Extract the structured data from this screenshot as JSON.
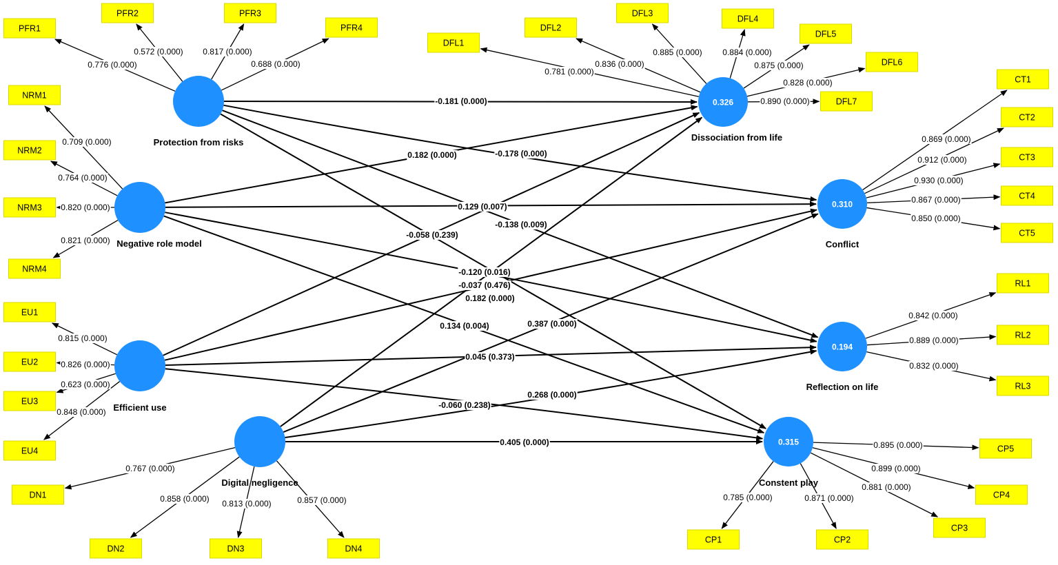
{
  "colors": {
    "latent_fill": "#1e90ff",
    "indicator_fill": "#ffff00",
    "indicator_border": "#d9d900",
    "line": "#000000"
  },
  "latents": [
    {
      "id": "PFR",
      "label": "Protection from risks",
      "r2": ""
    },
    {
      "id": "NRM",
      "label": "Negative role model",
      "r2": ""
    },
    {
      "id": "EU",
      "label": "Efficient use",
      "r2": ""
    },
    {
      "id": "DN",
      "label": "Digital negligence",
      "r2": ""
    },
    {
      "id": "DFL",
      "label": "Dissociation from life",
      "r2": "0.326"
    },
    {
      "id": "CT",
      "label": "Conflict",
      "r2": "0.310"
    },
    {
      "id": "RL",
      "label": "Reflection on life",
      "r2": "0.194"
    },
    {
      "id": "CP",
      "label": "Constent play",
      "r2": "0.315"
    }
  ],
  "indicators": [
    {
      "id": "PFR1",
      "latent": "PFR",
      "loading": "0.776 (0.000)"
    },
    {
      "id": "PFR2",
      "latent": "PFR",
      "loading": "0.572 (0.000)"
    },
    {
      "id": "PFR3",
      "latent": "PFR",
      "loading": "0.817 (0.000)"
    },
    {
      "id": "PFR4",
      "latent": "PFR",
      "loading": "0.688 (0.000)"
    },
    {
      "id": "NRM1",
      "latent": "NRM",
      "loading": "0.709 (0.000)"
    },
    {
      "id": "NRM2",
      "latent": "NRM",
      "loading": "0.764 (0.000)"
    },
    {
      "id": "NRM3",
      "latent": "NRM",
      "loading": "0.820 (0.000)"
    },
    {
      "id": "NRM4",
      "latent": "NRM",
      "loading": "0.821 (0.000)"
    },
    {
      "id": "EU1",
      "latent": "EU",
      "loading": "0.815 (0.000)"
    },
    {
      "id": "EU2",
      "latent": "EU",
      "loading": "0.826 (0.000)"
    },
    {
      "id": "EU3",
      "latent": "EU",
      "loading": "0.623 (0.000)"
    },
    {
      "id": "EU4",
      "latent": "EU",
      "loading": "0.848 (0.000)"
    },
    {
      "id": "DN1",
      "latent": "DN",
      "loading": "0.767 (0.000)"
    },
    {
      "id": "DN2",
      "latent": "DN",
      "loading": "0.858 (0.000)"
    },
    {
      "id": "DN3",
      "latent": "DN",
      "loading": "0.813 (0.000)"
    },
    {
      "id": "DN4",
      "latent": "DN",
      "loading": "0.857 (0.000)"
    },
    {
      "id": "DFL1",
      "latent": "DFL",
      "loading": "0.781 (0.000)"
    },
    {
      "id": "DFL2",
      "latent": "DFL",
      "loading": "0.836 (0.000)"
    },
    {
      "id": "DFL3",
      "latent": "DFL",
      "loading": "0.885 (0.000)"
    },
    {
      "id": "DFL4",
      "latent": "DFL",
      "loading": "0.884 (0.000)"
    },
    {
      "id": "DFL5",
      "latent": "DFL",
      "loading": "0.875 (0.000)"
    },
    {
      "id": "DFL6",
      "latent": "DFL",
      "loading": "0.828 (0.000)"
    },
    {
      "id": "DFL7",
      "latent": "DFL",
      "loading": "0.890 (0.000)"
    },
    {
      "id": "CT1",
      "latent": "CT",
      "loading": "0.869 (0.000)"
    },
    {
      "id": "CT2",
      "latent": "CT",
      "loading": "0.912 (0.000)"
    },
    {
      "id": "CT3",
      "latent": "CT",
      "loading": "0.930 (0.000)"
    },
    {
      "id": "CT4",
      "latent": "CT",
      "loading": "0.867 (0.000)"
    },
    {
      "id": "CT5",
      "latent": "CT",
      "loading": "0.850 (0.000)"
    },
    {
      "id": "RL1",
      "latent": "RL",
      "loading": "0.842 (0.000)"
    },
    {
      "id": "RL2",
      "latent": "RL",
      "loading": "0.889 (0.000)"
    },
    {
      "id": "RL3",
      "latent": "RL",
      "loading": "0.832 (0.000)"
    },
    {
      "id": "CP1",
      "latent": "CP",
      "loading": "0.785 (0.000)"
    },
    {
      "id": "CP2",
      "latent": "CP",
      "loading": "0.871 (0.000)"
    },
    {
      "id": "CP3",
      "latent": "CP",
      "loading": "0.881 (0.000)"
    },
    {
      "id": "CP4",
      "latent": "CP",
      "loading": "0.899 (0.000)"
    },
    {
      "id": "CP5",
      "latent": "CP",
      "loading": "0.895 (0.000)"
    }
  ],
  "paths": [
    {
      "from": "PFR",
      "to": "DFL",
      "coef": "-0.181 (0.000)"
    },
    {
      "from": "PFR",
      "to": "CT",
      "coef": "-0.178 (0.000)"
    },
    {
      "from": "PFR",
      "to": "RL",
      "coef": "-0.138 (0.009)"
    },
    {
      "from": "PFR",
      "to": "CP",
      "coef": "-0.120 (0.016)"
    },
    {
      "from": "NRM",
      "to": "DFL",
      "coef": "0.182 (0.000)"
    },
    {
      "from": "NRM",
      "to": "CT",
      "coef": "0.129 (0.007)"
    },
    {
      "from": "NRM",
      "to": "RL",
      "coef": "-0.037 (0.476)"
    },
    {
      "from": "NRM",
      "to": "CP",
      "coef": "0.134 (0.004)"
    },
    {
      "from": "EU",
      "to": "DFL",
      "coef": "-0.058 (0.239)"
    },
    {
      "from": "EU",
      "to": "CT",
      "coef": "0.182 (0.000)"
    },
    {
      "from": "EU",
      "to": "RL",
      "coef": "0.045 (0.373)"
    },
    {
      "from": "EU",
      "to": "CP",
      "coef": "-0.060 (0.238)"
    },
    {
      "from": "DN",
      "to": "DFL",
      "coef": ""
    },
    {
      "from": "DN",
      "to": "CT",
      "coef": "0.387 (0.000)"
    },
    {
      "from": "DN",
      "to": "RL",
      "coef": "0.268 (0.000)"
    },
    {
      "from": "DN",
      "to": "CP",
      "coef": "0.405 (0.000)"
    }
  ]
}
